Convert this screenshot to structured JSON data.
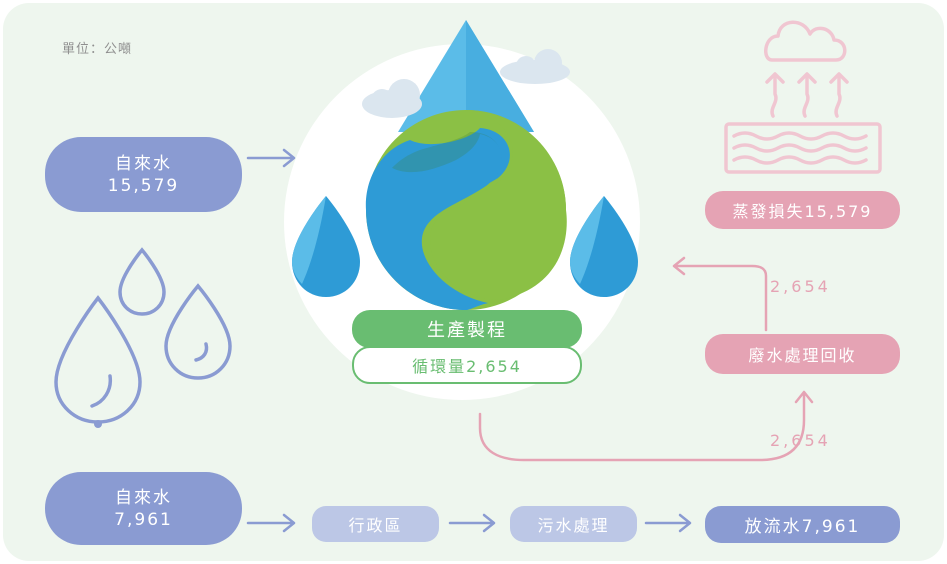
{
  "unit_label": "單位：公噸",
  "tap_water_top": {
    "label": "自來水",
    "value": "15,579"
  },
  "tap_water_bottom": {
    "label": "自來水",
    "value": "7,961"
  },
  "production": {
    "label": "生產製程",
    "recycle": "循環量2,654"
  },
  "evaporation": "蒸發損失15,579",
  "wastewater_recovery": "廢水處理回收",
  "flow_value_upper": "2,654",
  "flow_value_lower": "2,654",
  "admin_area": "行政區",
  "sewage_treatment": "污水處理",
  "discharge": "放流水7,961",
  "colors": {
    "blue": "#8a9bd2",
    "pink": "#e5a3b4",
    "green": "#69bd71",
    "background": "#eef6ee"
  }
}
